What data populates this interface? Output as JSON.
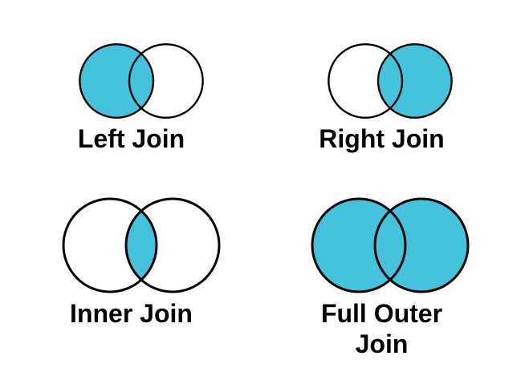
{
  "colors": {
    "highlight": "#45C2DC",
    "outline": "#000000",
    "text": "#000000",
    "background": "#FFFFFF"
  },
  "diagrams": [
    {
      "id": "left-join",
      "label": "Left Join",
      "highlighted_region": "left"
    },
    {
      "id": "right-join",
      "label": "Right Join",
      "highlighted_region": "right"
    },
    {
      "id": "inner-join",
      "label": "Inner Join",
      "highlighted_region": "inner"
    },
    {
      "id": "full-outer-join",
      "label": "Full Outer Join",
      "highlighted_region": "full"
    }
  ]
}
